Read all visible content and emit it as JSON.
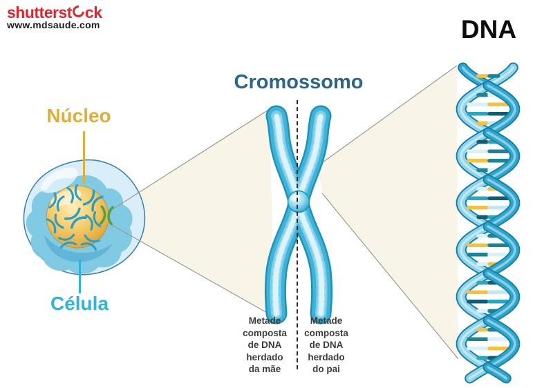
{
  "branding": {
    "logo_prefix": "shutterst",
    "logo_suffix": "ck",
    "site": "www.mdsaude.com",
    "logo_color": "#e4232b"
  },
  "titles": {
    "dna": "DNA",
    "chromosome": "Cromossomo",
    "chromosome_color": "#29658d"
  },
  "labels": {
    "nucleus": "Núcleo",
    "nucleus_color": "#dfae39",
    "cell": "Célula",
    "cell_color": "#2cb5d8"
  },
  "captions": {
    "maternal": {
      "lines": [
        "Metade",
        "composta",
        "de DNA",
        "herdado",
        "da mãe"
      ]
    },
    "paternal": {
      "lines": [
        "Metade",
        "composta",
        "de DNA",
        "herdado",
        "do pai"
      ]
    },
    "text_color": "#3c3c3c"
  },
  "beams": {
    "fill": "#f8f5e8",
    "stroke": "#9c9b92"
  },
  "helix": {
    "strand_front": "#2ea8cf",
    "strand_back": "#8ed5ea",
    "strand_outline": "#177fa6",
    "rung_pairs": [
      [
        "#f3c33f",
        "#1d8496"
      ],
      [
        "#1d8496",
        "#d9f1f9"
      ],
      [
        "#d9f1f9",
        "#f3c33f"
      ],
      [
        "#2aa7bd",
        "#115e74"
      ],
      [
        "#f3c33f",
        "#bfe8f4"
      ],
      [
        "#115e74",
        "#2aa7bd"
      ],
      [
        "#d9f1f9",
        "#1d8496"
      ]
    ]
  }
}
